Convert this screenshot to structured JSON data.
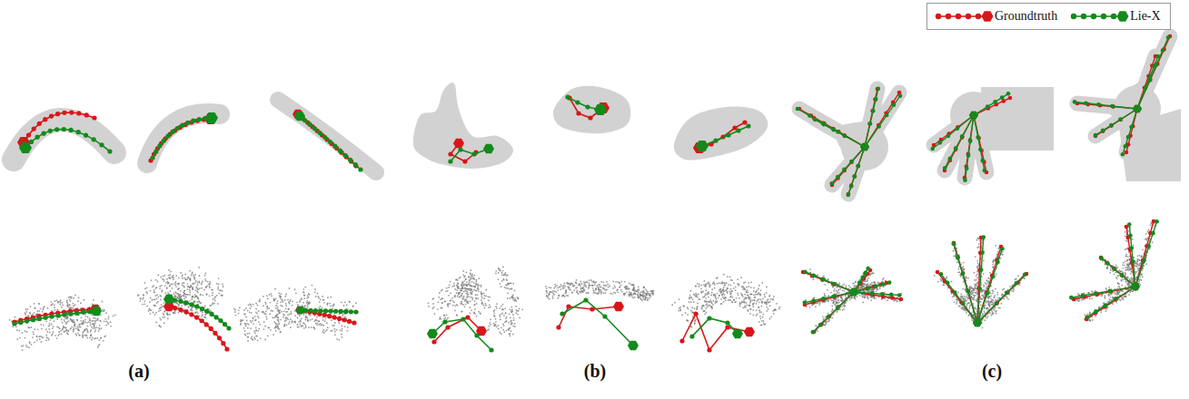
{
  "diagram": {
    "labels": [
      "(a)",
      "(b)",
      "(c)"
    ],
    "legend": [
      {
        "text": "Groundtruth"
      },
      {
        "text": "Lie-X"
      }
    ]
  }
}
